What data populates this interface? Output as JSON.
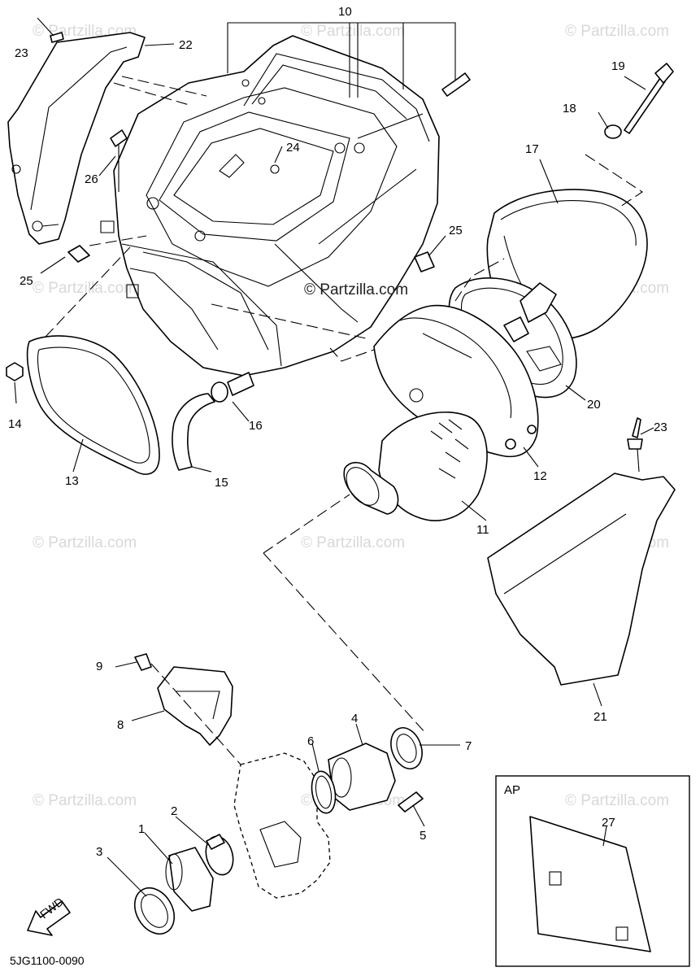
{
  "diagram": {
    "watermark": "© Partzilla.com",
    "center_watermark": "© Partzilla.com",
    "diagram_code": "5JG1100-0090",
    "fwd_label": "FWD",
    "ap_box_label": "AP",
    "callouts": {
      "c1": "1",
      "c2": "2",
      "c3": "3",
      "c4": "4",
      "c5": "5",
      "c6": "6",
      "c7": "7",
      "c8": "8",
      "c9": "9",
      "c10": "10",
      "c11": "11",
      "c12": "12",
      "c13": "13",
      "c14": "14",
      "c15": "15",
      "c16": "16",
      "c17": "17",
      "c18": "18",
      "c19": "19",
      "c20": "20",
      "c21": "21",
      "c22": "22",
      "c23a": "23",
      "c23b": "23",
      "c24": "24",
      "c25a": "25",
      "c25b": "25",
      "c26": "26",
      "c27": "27"
    }
  }
}
